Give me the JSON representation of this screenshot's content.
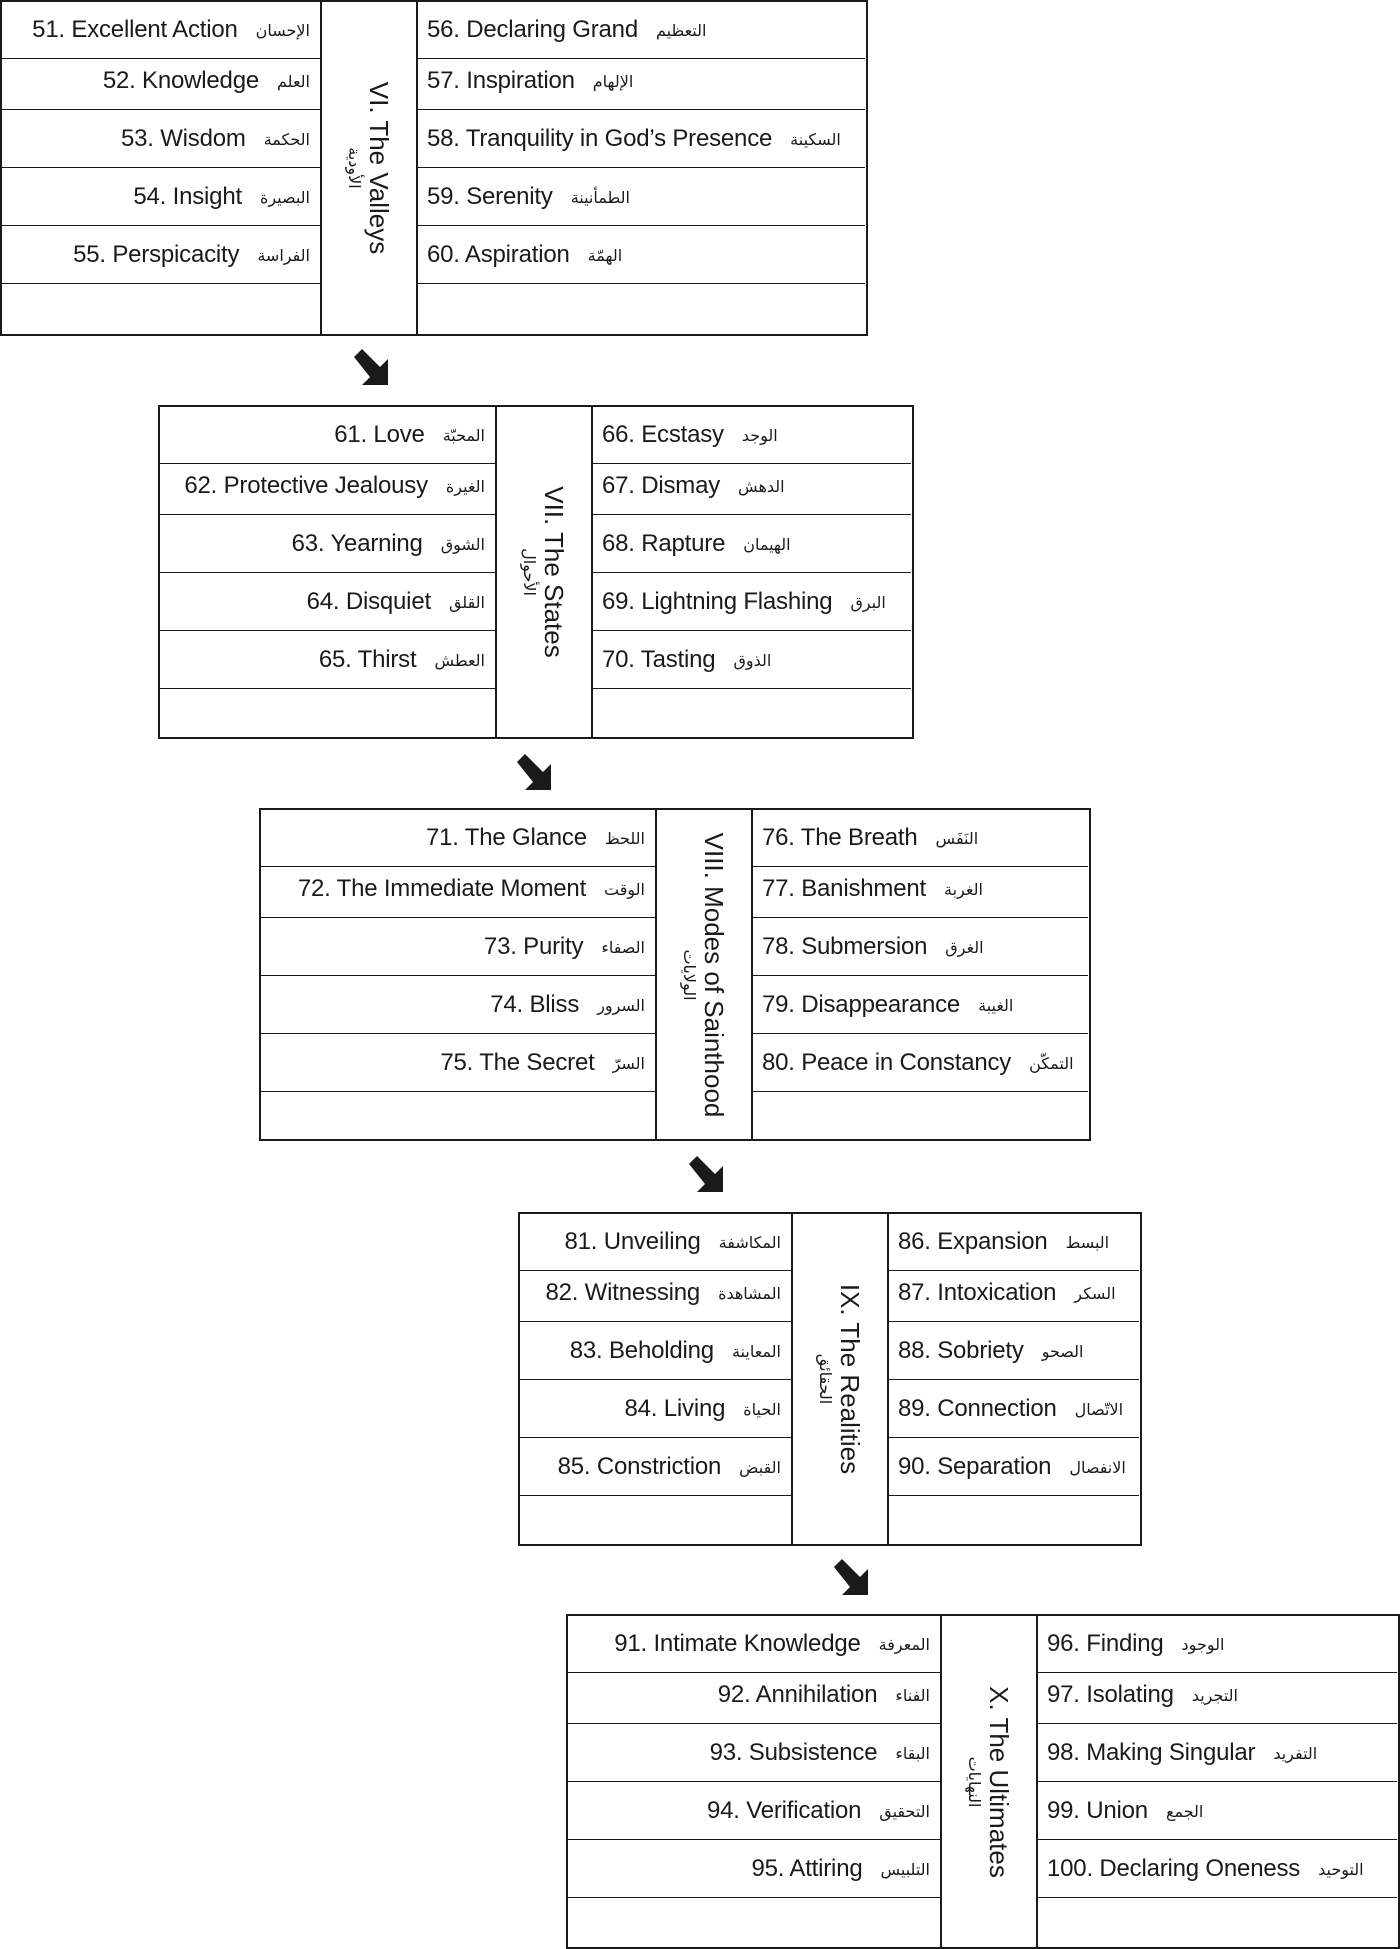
{
  "sections": [
    {
      "title": "VI. The Valleys",
      "arabic": "الأودية",
      "left": [
        {
          "label": "51. Excellent Action",
          "arabic": "الإحسان"
        },
        {
          "label": "52. Knowledge",
          "arabic": "العلم"
        },
        {
          "label": "53. Wisdom",
          "arabic": "الحكمة"
        },
        {
          "label": "54. Insight",
          "arabic": "البصيرة"
        },
        {
          "label": "55. Perspicacity",
          "arabic": "الفراسة"
        }
      ],
      "right": [
        {
          "label": "56. Declaring Grand",
          "arabic": "التعظيم"
        },
        {
          "label": "57. Inspiration",
          "arabic": "الإلهام"
        },
        {
          "label": "58. Tranquility in God’s Presence",
          "arabic": "السكينة"
        },
        {
          "label": "59. Serenity",
          "arabic": "الطمأنينة"
        },
        {
          "label": "60. Aspiration",
          "arabic": "الهمّة"
        }
      ]
    },
    {
      "title": "VII. The States",
      "arabic": "الأحوال",
      "left": [
        {
          "label": "61. Love",
          "arabic": "المحبّة"
        },
        {
          "label": "62. Protective Jealousy",
          "arabic": "الغيرة"
        },
        {
          "label": "63. Yearning",
          "arabic": "الشوق"
        },
        {
          "label": "64. Disquiet",
          "arabic": "القلق"
        },
        {
          "label": "65. Thirst",
          "arabic": "العطش"
        }
      ],
      "right": [
        {
          "label": "66. Ecstasy",
          "arabic": "الوجد"
        },
        {
          "label": "67. Dismay",
          "arabic": "الدهش"
        },
        {
          "label": "68. Rapture",
          "arabic": "الهيمان"
        },
        {
          "label": "69. Lightning Flashing",
          "arabic": "البرق"
        },
        {
          "label": "70. Tasting",
          "arabic": "الذوق"
        }
      ]
    },
    {
      "title": "VIII. Modes of Sainthood",
      "arabic": "الولايات",
      "left": [
        {
          "label": "71. The Glance",
          "arabic": "اللحظ"
        },
        {
          "label": "72. The Immediate Moment",
          "arabic": "الوقت"
        },
        {
          "label": "73. Purity",
          "arabic": "الصفاء"
        },
        {
          "label": "74. Bliss",
          "arabic": "السرور"
        },
        {
          "label": "75. The Secret",
          "arabic": "السرّ"
        }
      ],
      "right": [
        {
          "label": "76. The Breath",
          "arabic": "النَفَس"
        },
        {
          "label": "77. Banishment",
          "arabic": "الغربة"
        },
        {
          "label": "78. Submersion",
          "arabic": "الغرق"
        },
        {
          "label": "79. Disappearance",
          "arabic": "الغيبة"
        },
        {
          "label": "80. Peace in Constancy",
          "arabic": "التمكّن"
        }
      ]
    },
    {
      "title": "IX. The Realities",
      "arabic": "الحقائق",
      "left": [
        {
          "label": "81. Unveiling",
          "arabic": "المكاشفة"
        },
        {
          "label": "82. Witnessing",
          "arabic": "المشاهدة"
        },
        {
          "label": "83. Beholding",
          "arabic": "المعاينة"
        },
        {
          "label": "84. Living",
          "arabic": "الحياة"
        },
        {
          "label": "85. Constriction",
          "arabic": "القبض"
        }
      ],
      "right": [
        {
          "label": "86. Expansion",
          "arabic": "البسط"
        },
        {
          "label": "87. Intoxication",
          "arabic": "السكر"
        },
        {
          "label": "88. Sobriety",
          "arabic": "الصحو"
        },
        {
          "label": "89. Connection",
          "arabic": "الاتّصال"
        },
        {
          "label": "90. Separation",
          "arabic": "الانفصال"
        }
      ]
    },
    {
      "title": "X. The Ultimates",
      "arabic": "النهايات",
      "left": [
        {
          "label": "91. Intimate Knowledge",
          "arabic": "المعرفة"
        },
        {
          "label": "92. Annihilation",
          "arabic": "الفناء"
        },
        {
          "label": "93. Subsistence",
          "arabic": "البقاء"
        },
        {
          "label": "94. Verification",
          "arabic": "التحقيق"
        },
        {
          "label": "95. Attiring",
          "arabic": "التلبيس"
        }
      ],
      "right": [
        {
          "label": "96. Finding",
          "arabic": "الوجود"
        },
        {
          "label": "97. Isolating",
          "arabic": "التجريد"
        },
        {
          "label": "98. Making Singular",
          "arabic": "التفريد"
        },
        {
          "label": "99. Union",
          "arabic": "الجمع"
        },
        {
          "label": "100. Declaring Oneness",
          "arabic": "التوحيد"
        }
      ]
    }
  ]
}
